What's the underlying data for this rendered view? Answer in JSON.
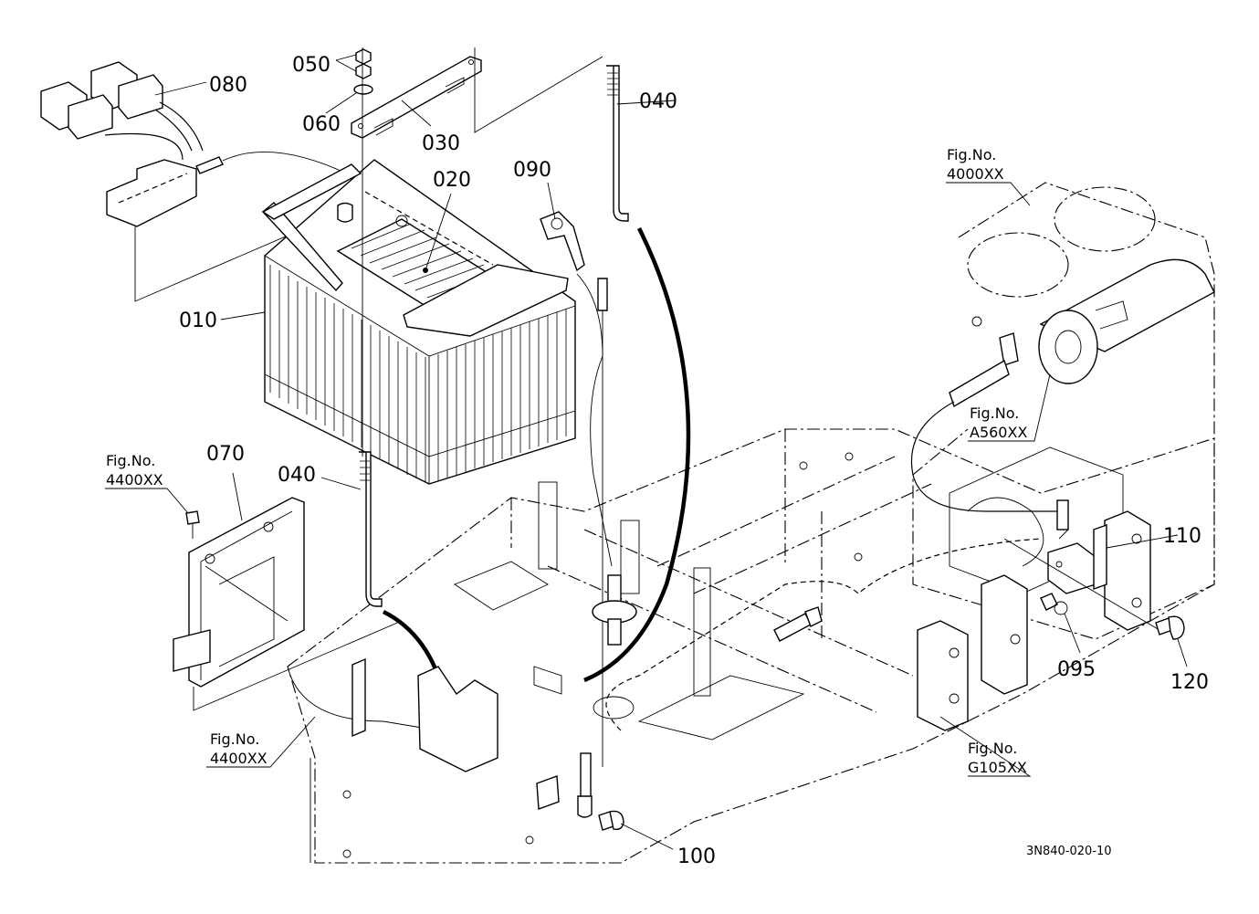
{
  "diagram": {
    "type": "exploded-parts-diagram",
    "drawing_code": "3N840-020-10",
    "parts": [
      {
        "ref": "010",
        "name": "battery"
      },
      {
        "ref": "020",
        "name": "battery-top-cover"
      },
      {
        "ref": "030",
        "name": "battery-hold-bracket"
      },
      {
        "ref": "040",
        "name": "hook-bolt"
      },
      {
        "ref": "050",
        "name": "nut"
      },
      {
        "ref": "060",
        "name": "washer"
      },
      {
        "ref": "070",
        "name": "battery-support-frame"
      },
      {
        "ref": "080",
        "name": "battery-cable-harness"
      },
      {
        "ref": "090",
        "name": "battery-terminal-clamp"
      },
      {
        "ref": "095",
        "name": "cable-clamp"
      },
      {
        "ref": "100",
        "name": "bolt"
      },
      {
        "ref": "110",
        "name": "stay-bracket"
      },
      {
        "ref": "120",
        "name": "bolt"
      }
    ],
    "labels": {
      "p010": "010",
      "p020": "020",
      "p030": "030",
      "p040a": "040",
      "p040b": "040",
      "p050": "050",
      "p060": "060",
      "p070": "070",
      "p080": "080",
      "p090": "090",
      "p095": "095",
      "p100": "100",
      "p110": "110",
      "p120": "120"
    },
    "figure_refs": [
      {
        "title": "Fig.No.",
        "number": "4000XX"
      },
      {
        "title": "Fig.No.",
        "number": "A560XX"
      },
      {
        "title": "Fig.No.",
        "number": "4400XX"
      },
      {
        "title": "Fig.No.",
        "number": "4400XX"
      },
      {
        "title": "Fig.No.",
        "number": "G105XX"
      }
    ]
  }
}
